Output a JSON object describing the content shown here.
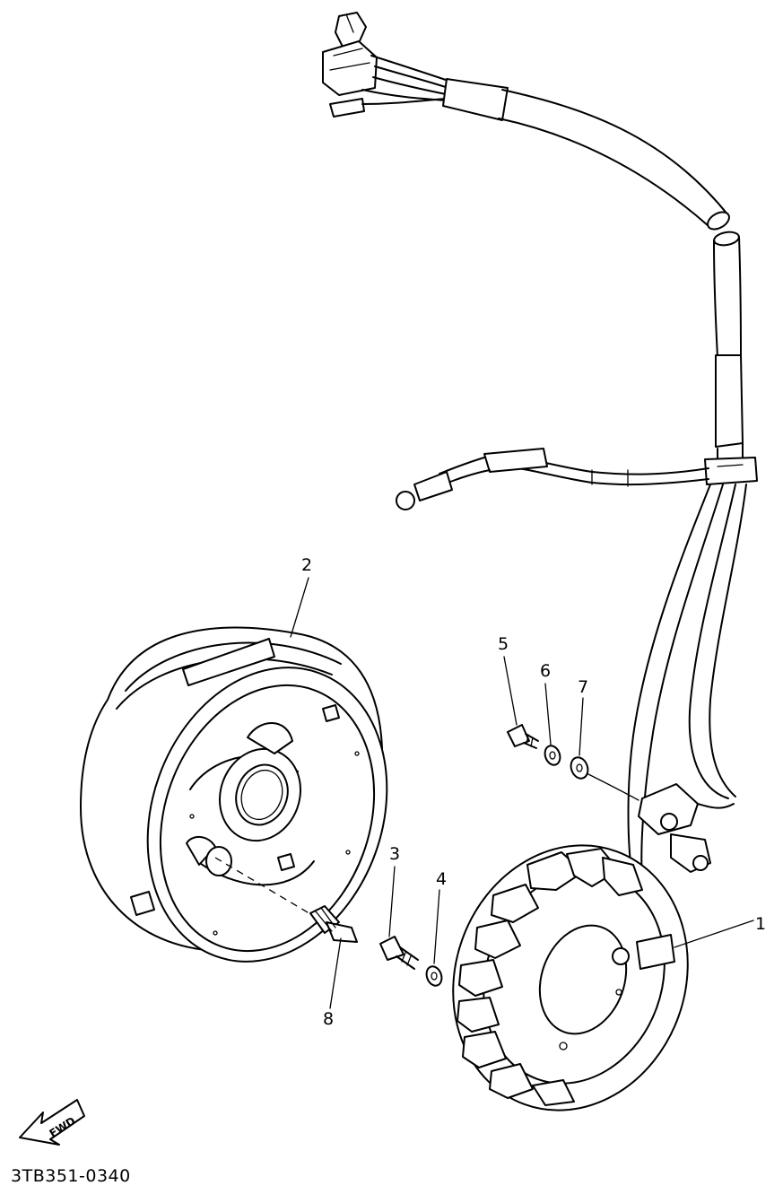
{
  "diagram": {
    "code": "3TB351-0340",
    "fwd_label": "FWD",
    "callouts": [
      {
        "id": "1",
        "part": "stator"
      },
      {
        "id": "2",
        "part": "rotor"
      },
      {
        "id": "3",
        "part": "screw"
      },
      {
        "id": "4",
        "part": "washer"
      },
      {
        "id": "5",
        "part": "screw"
      },
      {
        "id": "6",
        "part": "washer"
      },
      {
        "id": "7",
        "part": "washer"
      },
      {
        "id": "8",
        "part": "bolt"
      }
    ]
  }
}
